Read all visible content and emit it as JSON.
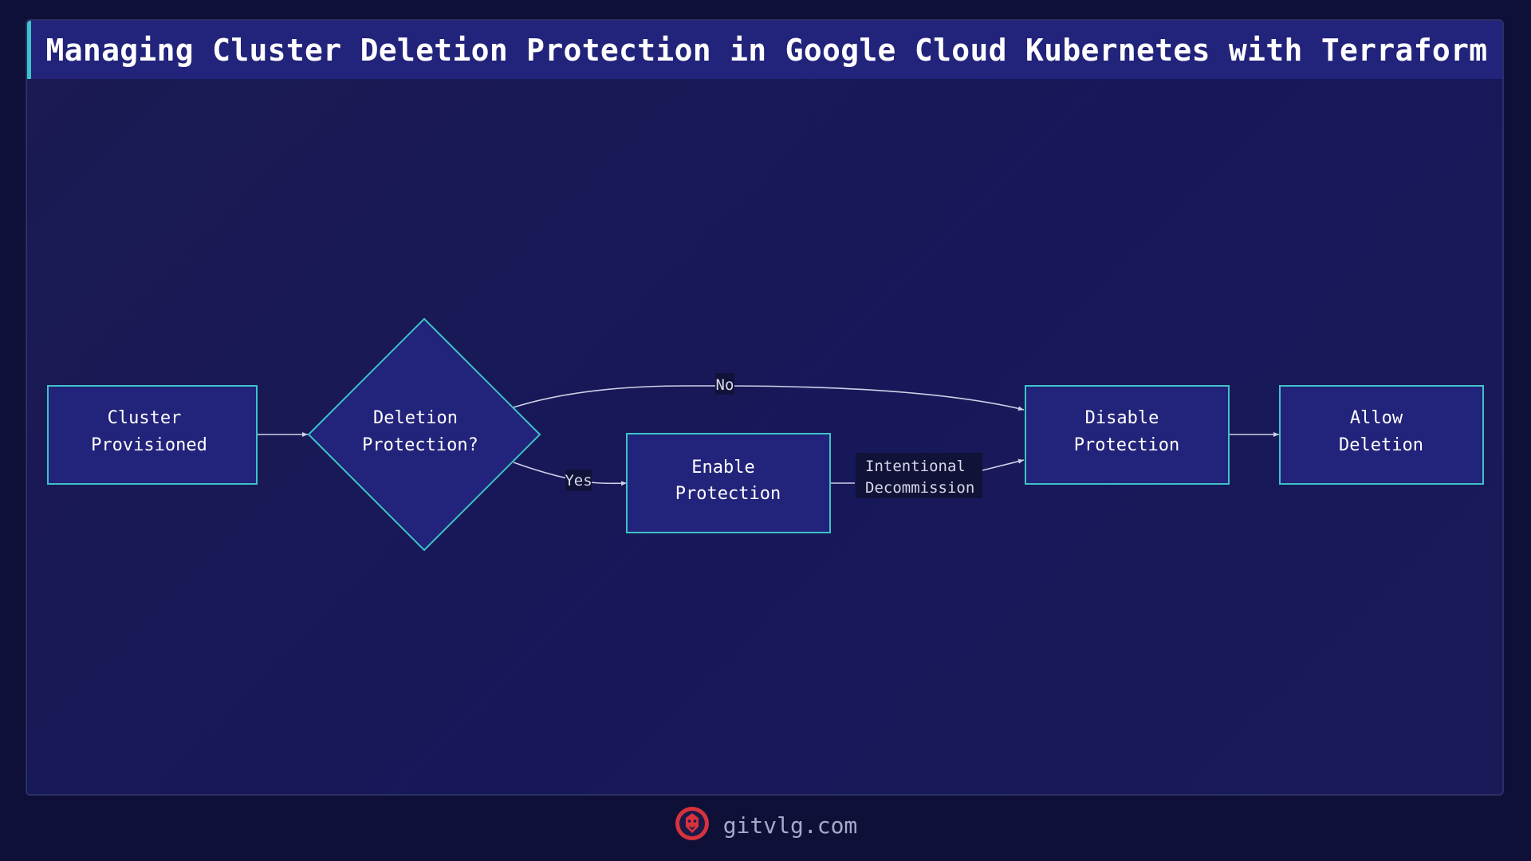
{
  "title": "Managing Cluster Deletion Protection in Google Cloud Kubernetes with Terraform",
  "nodes": {
    "cluster_provisioned": {
      "line1": "Cluster",
      "line2": "Provisioned"
    },
    "deletion_protection": {
      "line1": "Deletion",
      "line2": "Protection?"
    },
    "enable_protection": {
      "line1": "Enable",
      "line2": "Protection"
    },
    "disable_protection": {
      "line1": "Disable",
      "line2": "Protection"
    },
    "allow_deletion": {
      "line1": "Allow",
      "line2": "Deletion"
    }
  },
  "edges": {
    "no_label": "No",
    "yes_label": "Yes",
    "decommission_line1": "Intentional",
    "decommission_line2": "Decommission"
  },
  "footer": {
    "site": "gitvlg.com",
    "logo_icon": "lion-head-icon"
  },
  "colors": {
    "accent": "#3ec3c7",
    "node_fill": "#22237a",
    "logo": "#d8323c"
  }
}
